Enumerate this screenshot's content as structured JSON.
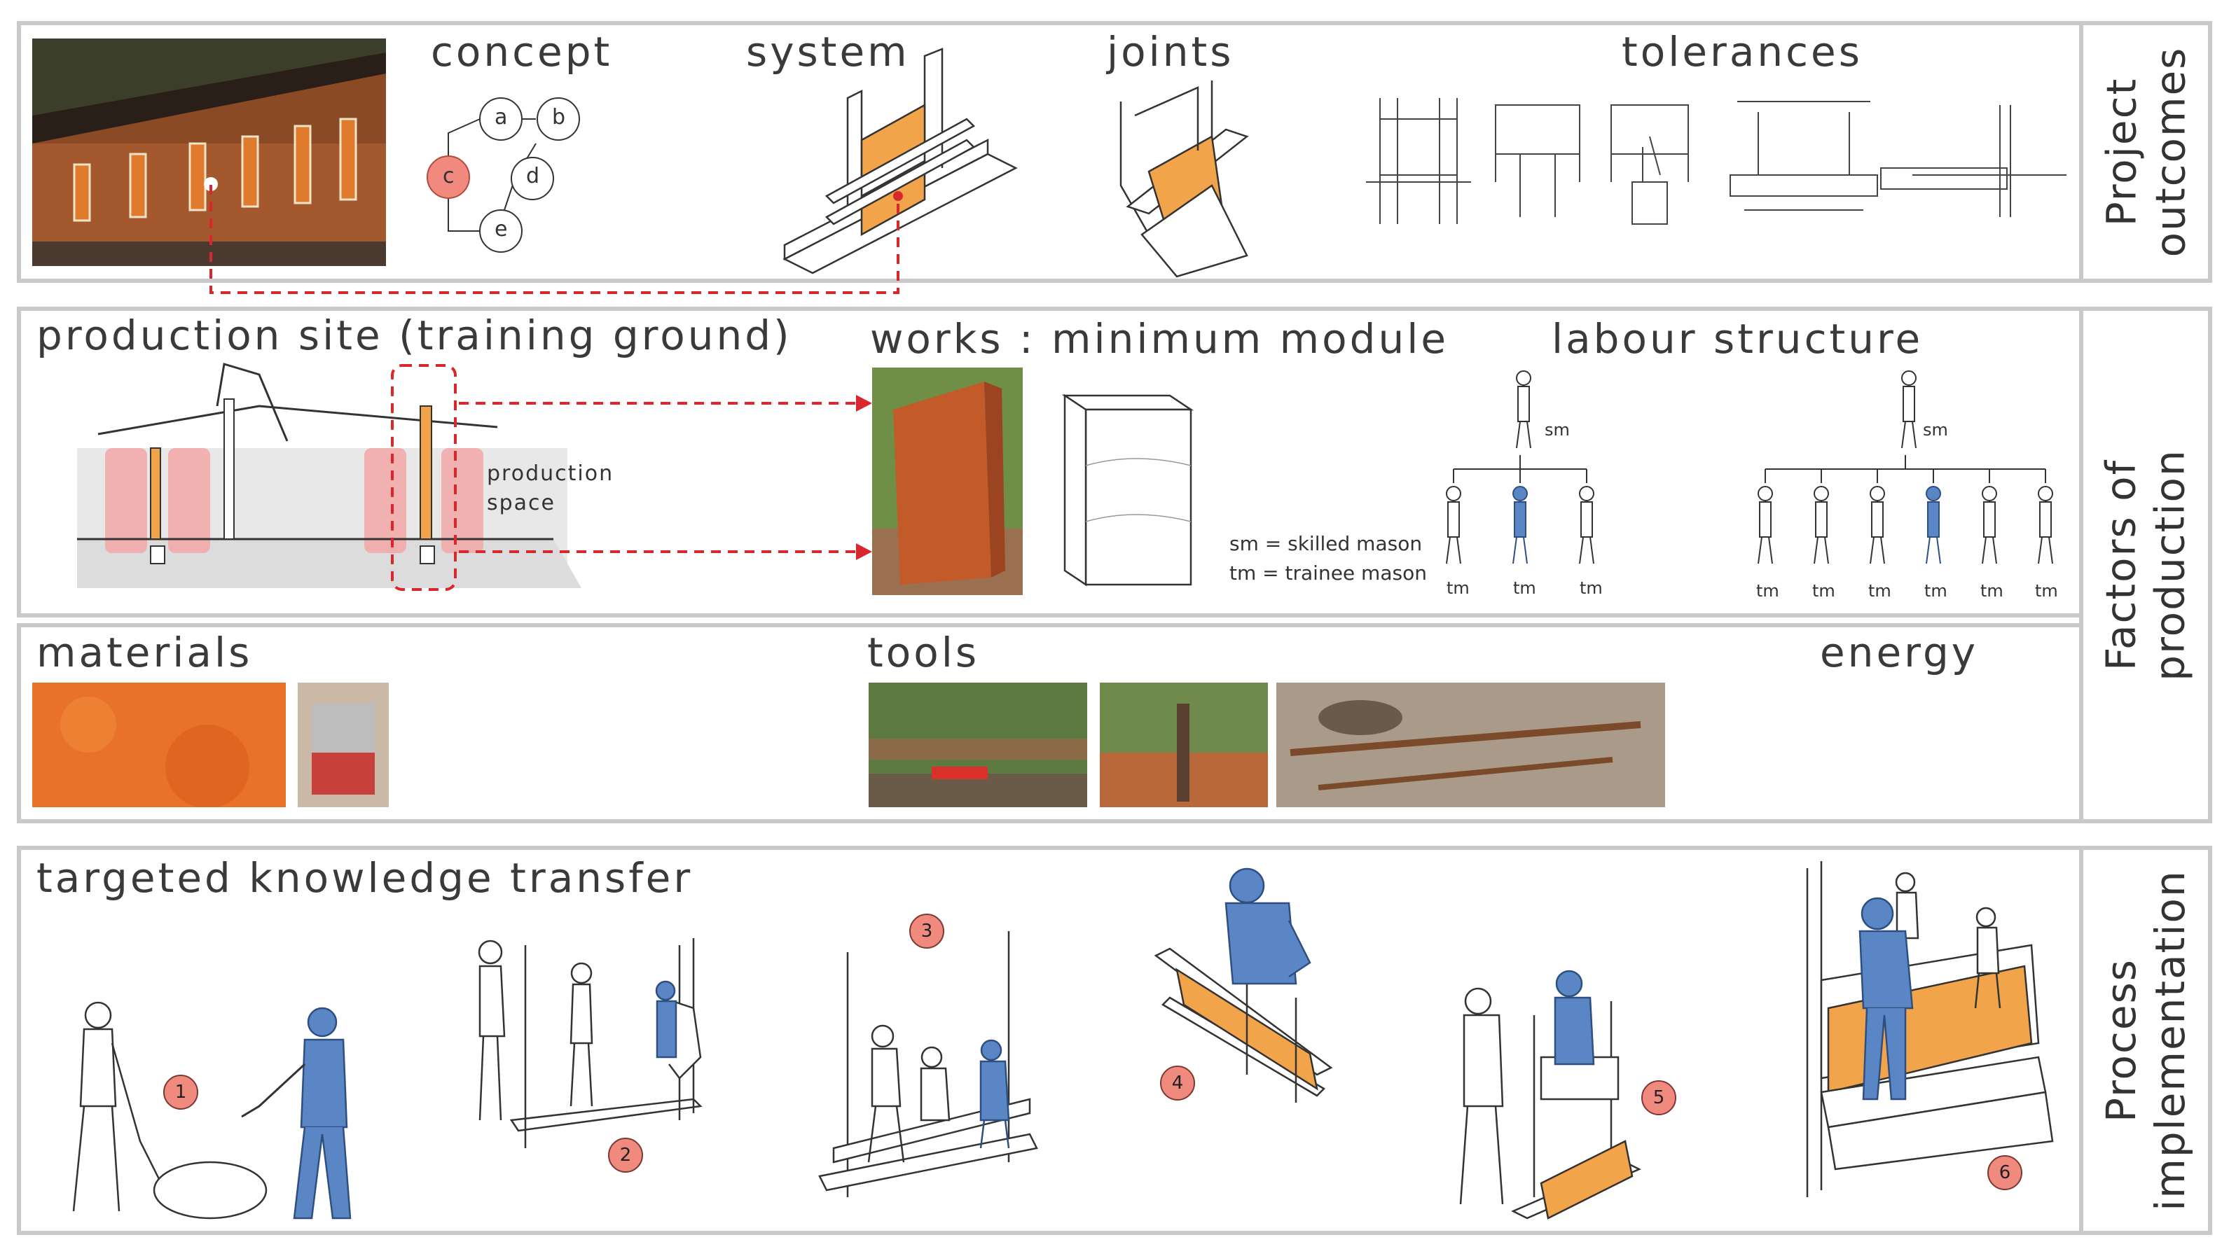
{
  "rows": {
    "outcomes": {
      "side_label_line1": "Project",
      "side_label_line2": "outcomes"
    },
    "production": {
      "side_label_line1": "Factors of",
      "side_label_line2": "production"
    },
    "process": {
      "side_label_line1": "Process",
      "side_label_line2": "implementation"
    }
  },
  "headings": {
    "concept": "concept",
    "system": "system",
    "joints": "joints",
    "tolerances": "tolerances",
    "production_site": "production site (training ground)",
    "works": "works : minimum module",
    "labour": "labour structure",
    "materials": "materials",
    "tools": "tools",
    "energy": "energy",
    "knowledge": "targeted knowledge transfer"
  },
  "concept_nodes": {
    "a": "a",
    "b": "b",
    "c": "c",
    "d": "d",
    "e": "e"
  },
  "production_space_line1": "production",
  "production_space_line2": "space",
  "legend": {
    "sm": "sm = skilled mason",
    "tm": "tm = trainee mason"
  },
  "labour_labels": {
    "sm": "sm",
    "tm": "tm"
  },
  "steps": [
    "1",
    "2",
    "3",
    "4",
    "5",
    "6"
  ],
  "colors": {
    "accent_blue": "#5b86c6",
    "accent_orange": "#f2a44a",
    "marker_red": "#d9272e",
    "node_red": "#f08a7e",
    "frame_grey": "#c9c9c9"
  }
}
